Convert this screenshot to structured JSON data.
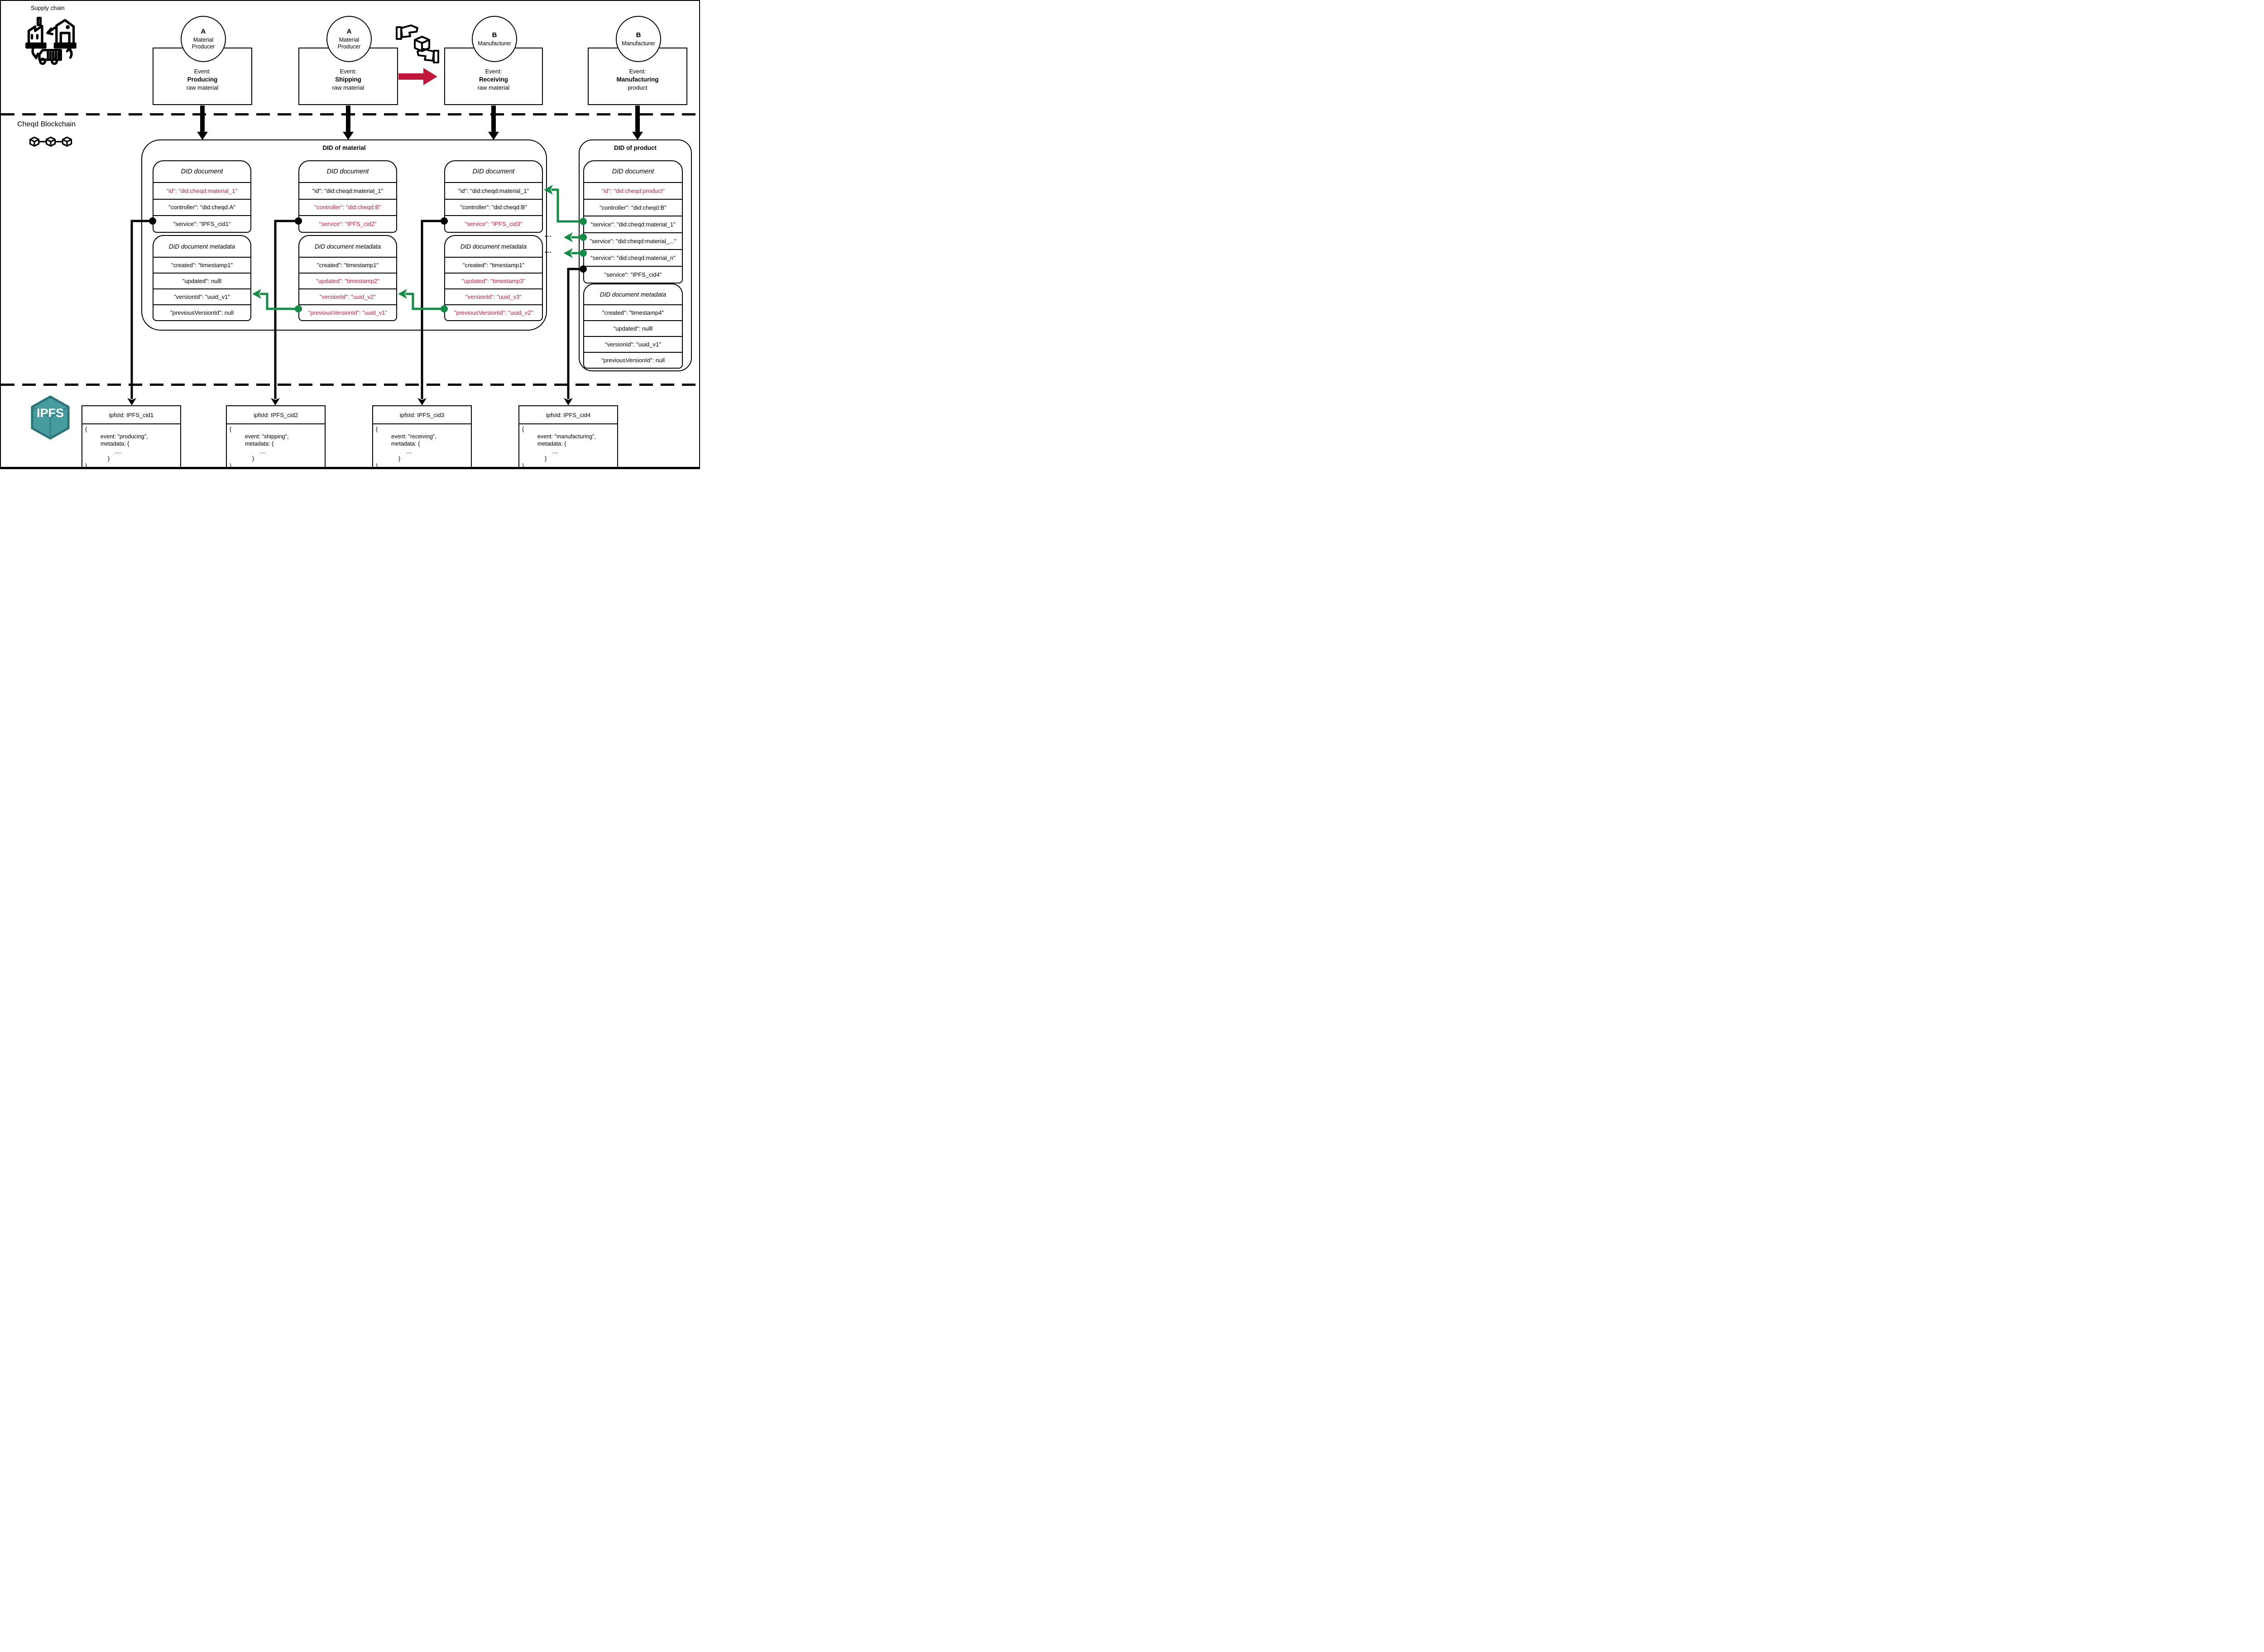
{
  "page": {
    "supply_chain_label": "Supply chain",
    "blockchain_label": "Cheqd Blockchain",
    "ipfs_logo_text": "IPFS"
  },
  "theme": {
    "red_text": "#c9203e",
    "green_accent": "#168a47",
    "arrow_red": "#c1173a",
    "ipfs_teal": "#469c9e",
    "line_black": "#000000"
  },
  "actors": [
    {
      "badge": "A",
      "name_line1": "Material",
      "name_line2": "Producer",
      "event_label": "Event:",
      "event_name": "Producing",
      "event_object": "raw material"
    },
    {
      "badge": "A",
      "name_line1": "Material",
      "name_line2": "Producer",
      "event_label": "Event:",
      "event_name": "Shipping",
      "event_object": "raw material"
    },
    {
      "badge": "B",
      "name_line1": "Manufacturer",
      "name_line2": "",
      "event_label": "Event:",
      "event_name": "Receiving",
      "event_object": "raw material"
    },
    {
      "badge": "B",
      "name_line1": "Manufacturer",
      "name_line2": "",
      "event_label": "Event:",
      "event_name": "Manufacturing",
      "event_object": "product"
    }
  ],
  "material_group": {
    "title": "DID of material",
    "columns": [
      {
        "doc": {
          "title": "DID document",
          "rows": [
            {
              "text": "\"id\": \"did:cheqd:material_1\""
            },
            {
              "text": "\"controller\": \"did:cheqd:A\""
            },
            {
              "text": "\"service\": \"IPFS_cid1\""
            }
          ]
        },
        "meta": {
          "title": "DID document metadata",
          "rows": [
            {
              "text": "\"created\": \"timestamp1\""
            },
            {
              "text": "\"updated\": nulll"
            },
            {
              "text": "\"versionId\": \"uuid_v1\""
            },
            {
              "text": "\"previousVersionId\": null"
            }
          ]
        }
      },
      {
        "doc": {
          "title": "DID document",
          "rows": [
            {
              "text": "\"id\": \"did:cheqd:material_1\""
            },
            {
              "text": "\"controller\": \"did:cheqd:B\""
            },
            {
              "text": "\"service\": \"IPFS_cid2\""
            }
          ]
        },
        "meta": {
          "title": "DID document metadata",
          "rows": [
            {
              "text": "\"created\": \"timestamp1\""
            },
            {
              "text": "\"updated\": \"timestamp2\""
            },
            {
              "text": "\"versionId\": \"uuid_v2\""
            },
            {
              "text": "\"previousVersionId\": \"uuid_v1\""
            }
          ]
        }
      },
      {
        "doc": {
          "title": "DID document",
          "rows": [
            {
              "text": "\"id\": \"did:cheqd:material_1\""
            },
            {
              "text": "\"controller\": \"did:cheqd:B\""
            },
            {
              "text": "\"service\": \"IPFS_cid3\""
            }
          ]
        },
        "meta": {
          "title": "DID document metadata",
          "rows": [
            {
              "text": "\"created\": \"timestamp1\""
            },
            {
              "text": "\"updated\": \"timestamp3\""
            },
            {
              "text": "\"versionId\": \"uuid_v3\""
            },
            {
              "text": "\"previousVersionId\": \"uuid_v2\""
            }
          ]
        }
      }
    ]
  },
  "product_group": {
    "title": "DID of product",
    "ellipsis": "...",
    "doc": {
      "title": "DID document",
      "rows": [
        {
          "text": "\"id\": \"did:cheqd:product\""
        },
        {
          "text": "\"controller\": \"did:cheqd:B\""
        },
        {
          "text": "\"service\": \"did:cheqd:material_1\""
        },
        {
          "text": "\"service\": \"did:cheqd:material_...\""
        },
        {
          "text": "\"service\": \"did:cheqd:material_n\""
        },
        {
          "text": "\"service\": \"IPFS_cid4\""
        }
      ]
    },
    "meta": {
      "title": "DID document metadata",
      "rows": [
        {
          "text": "\"created\": \"timestamp4\""
        },
        {
          "text": "\"updated\": nulll"
        },
        {
          "text": "\"versionId\": \"uuid_v1\""
        },
        {
          "text": "\"previousVersionId\": null"
        }
      ]
    }
  },
  "ipfs_boxes": [
    {
      "title": "ipfsId: IPFS_cid1",
      "lines": [
        {
          "text": "{"
        },
        {
          "text": "event: \"producing\","
        },
        {
          "text": "metadata: {"
        },
        {
          "text": "...."
        },
        {
          "text": "}"
        },
        {
          "text": "}"
        }
      ]
    },
    {
      "title": "ipfsId: IPFS_cid2",
      "lines": [
        {
          "text": "{"
        },
        {
          "text": "event: \"shipping\","
        },
        {
          "text": "metadata: {"
        },
        {
          "text": "...."
        },
        {
          "text": "}"
        },
        {
          "text": "}"
        }
      ]
    },
    {
      "title": "ipfsId: IPFS_cid3",
      "lines": [
        {
          "text": "{"
        },
        {
          "text": "event: \"receiving\","
        },
        {
          "text": "metadata: {"
        },
        {
          "text": "...."
        },
        {
          "text": "}"
        },
        {
          "text": "}"
        }
      ]
    },
    {
      "title": "ipfsId: IPFS_cid4",
      "lines": [
        {
          "text": "{"
        },
        {
          "text": "event: \"manufacturing\","
        },
        {
          "text": "metadata: {"
        },
        {
          "text": "...."
        },
        {
          "text": "}"
        },
        {
          "text": "}"
        }
      ]
    }
  ]
}
